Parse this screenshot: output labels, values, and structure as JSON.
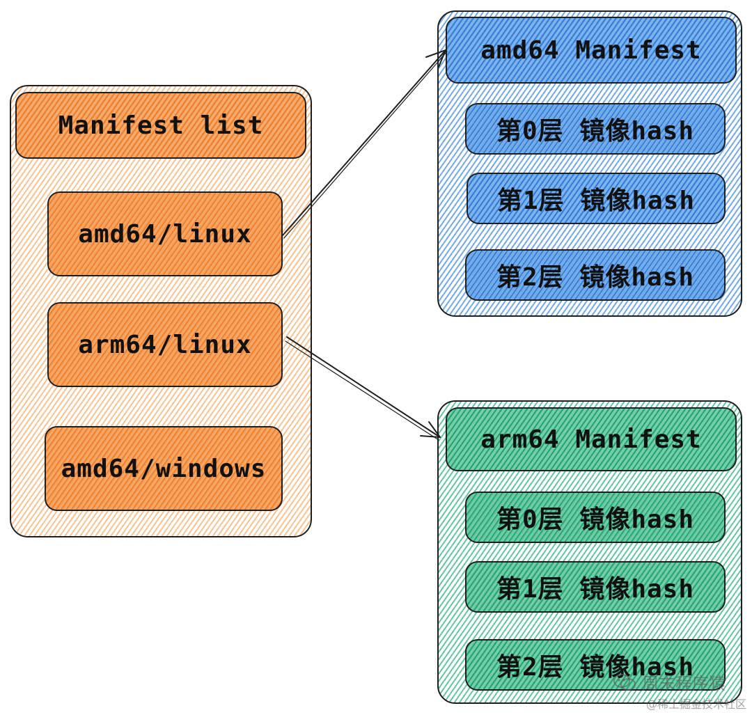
{
  "manifest_list": {
    "title": "Manifest list",
    "entries": [
      "amd64/linux",
      "arm64/linux",
      "amd64/windows"
    ]
  },
  "amd64_manifest": {
    "title": "amd64 Manifest",
    "layers": [
      "第0层 镜像hash",
      "第1层 镜像hash",
      "第2层 镜像hash"
    ]
  },
  "arm64_manifest": {
    "title": "arm64 Manifest",
    "layers": [
      "第0层 镜像hash",
      "第1层 镜像hash",
      "第2层 镜像hash"
    ]
  },
  "watermark": {
    "title": "周末程序猿",
    "subtitle": "@稀土掘金技术社区",
    "icon": "wechat-icon"
  },
  "colors": {
    "orange": "#f08a34",
    "blue": "#3d86d6",
    "green": "#2bb07a",
    "stroke": "#1e1e1e"
  }
}
